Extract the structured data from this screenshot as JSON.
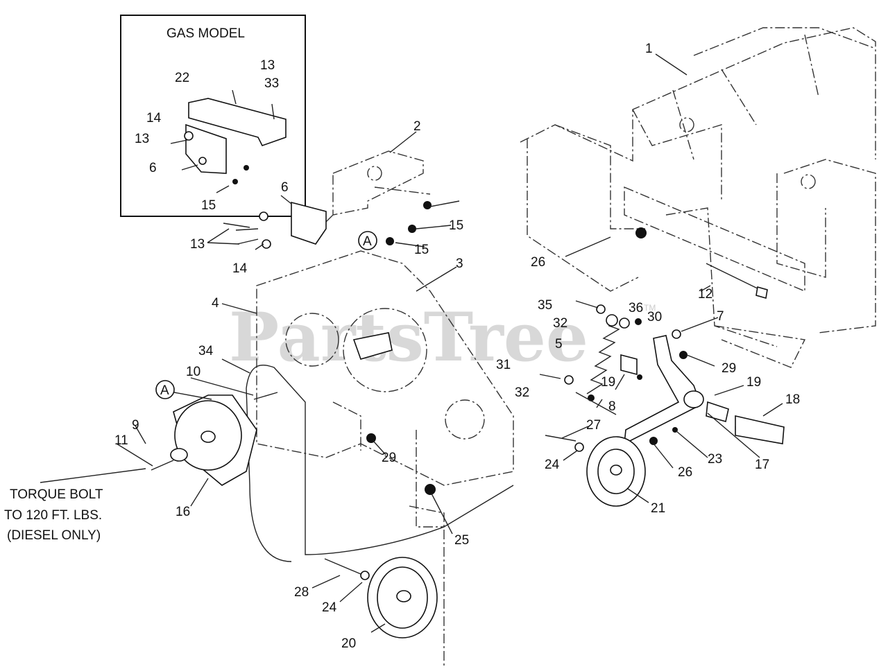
{
  "inset": {
    "title": "GAS MODEL"
  },
  "watermark": {
    "text": "PartsTree",
    "mark": "TM"
  },
  "note": {
    "lines": [
      "TORQUE BOLT",
      "TO 120 FT. LBS.",
      "(DIESEL ONLY)"
    ]
  },
  "ref_a": "A",
  "callouts": [
    "1",
    "2",
    "3",
    "4",
    "5",
    "6",
    "7",
    "8",
    "9",
    "10",
    "11",
    "12",
    "13",
    "14",
    "15",
    "16",
    "17",
    "18",
    "19",
    "20",
    "21",
    "22",
    "23",
    "24",
    "25",
    "26",
    "27",
    "28",
    "29",
    "30",
    "31",
    "32",
    "33",
    "34",
    "35",
    "36"
  ]
}
